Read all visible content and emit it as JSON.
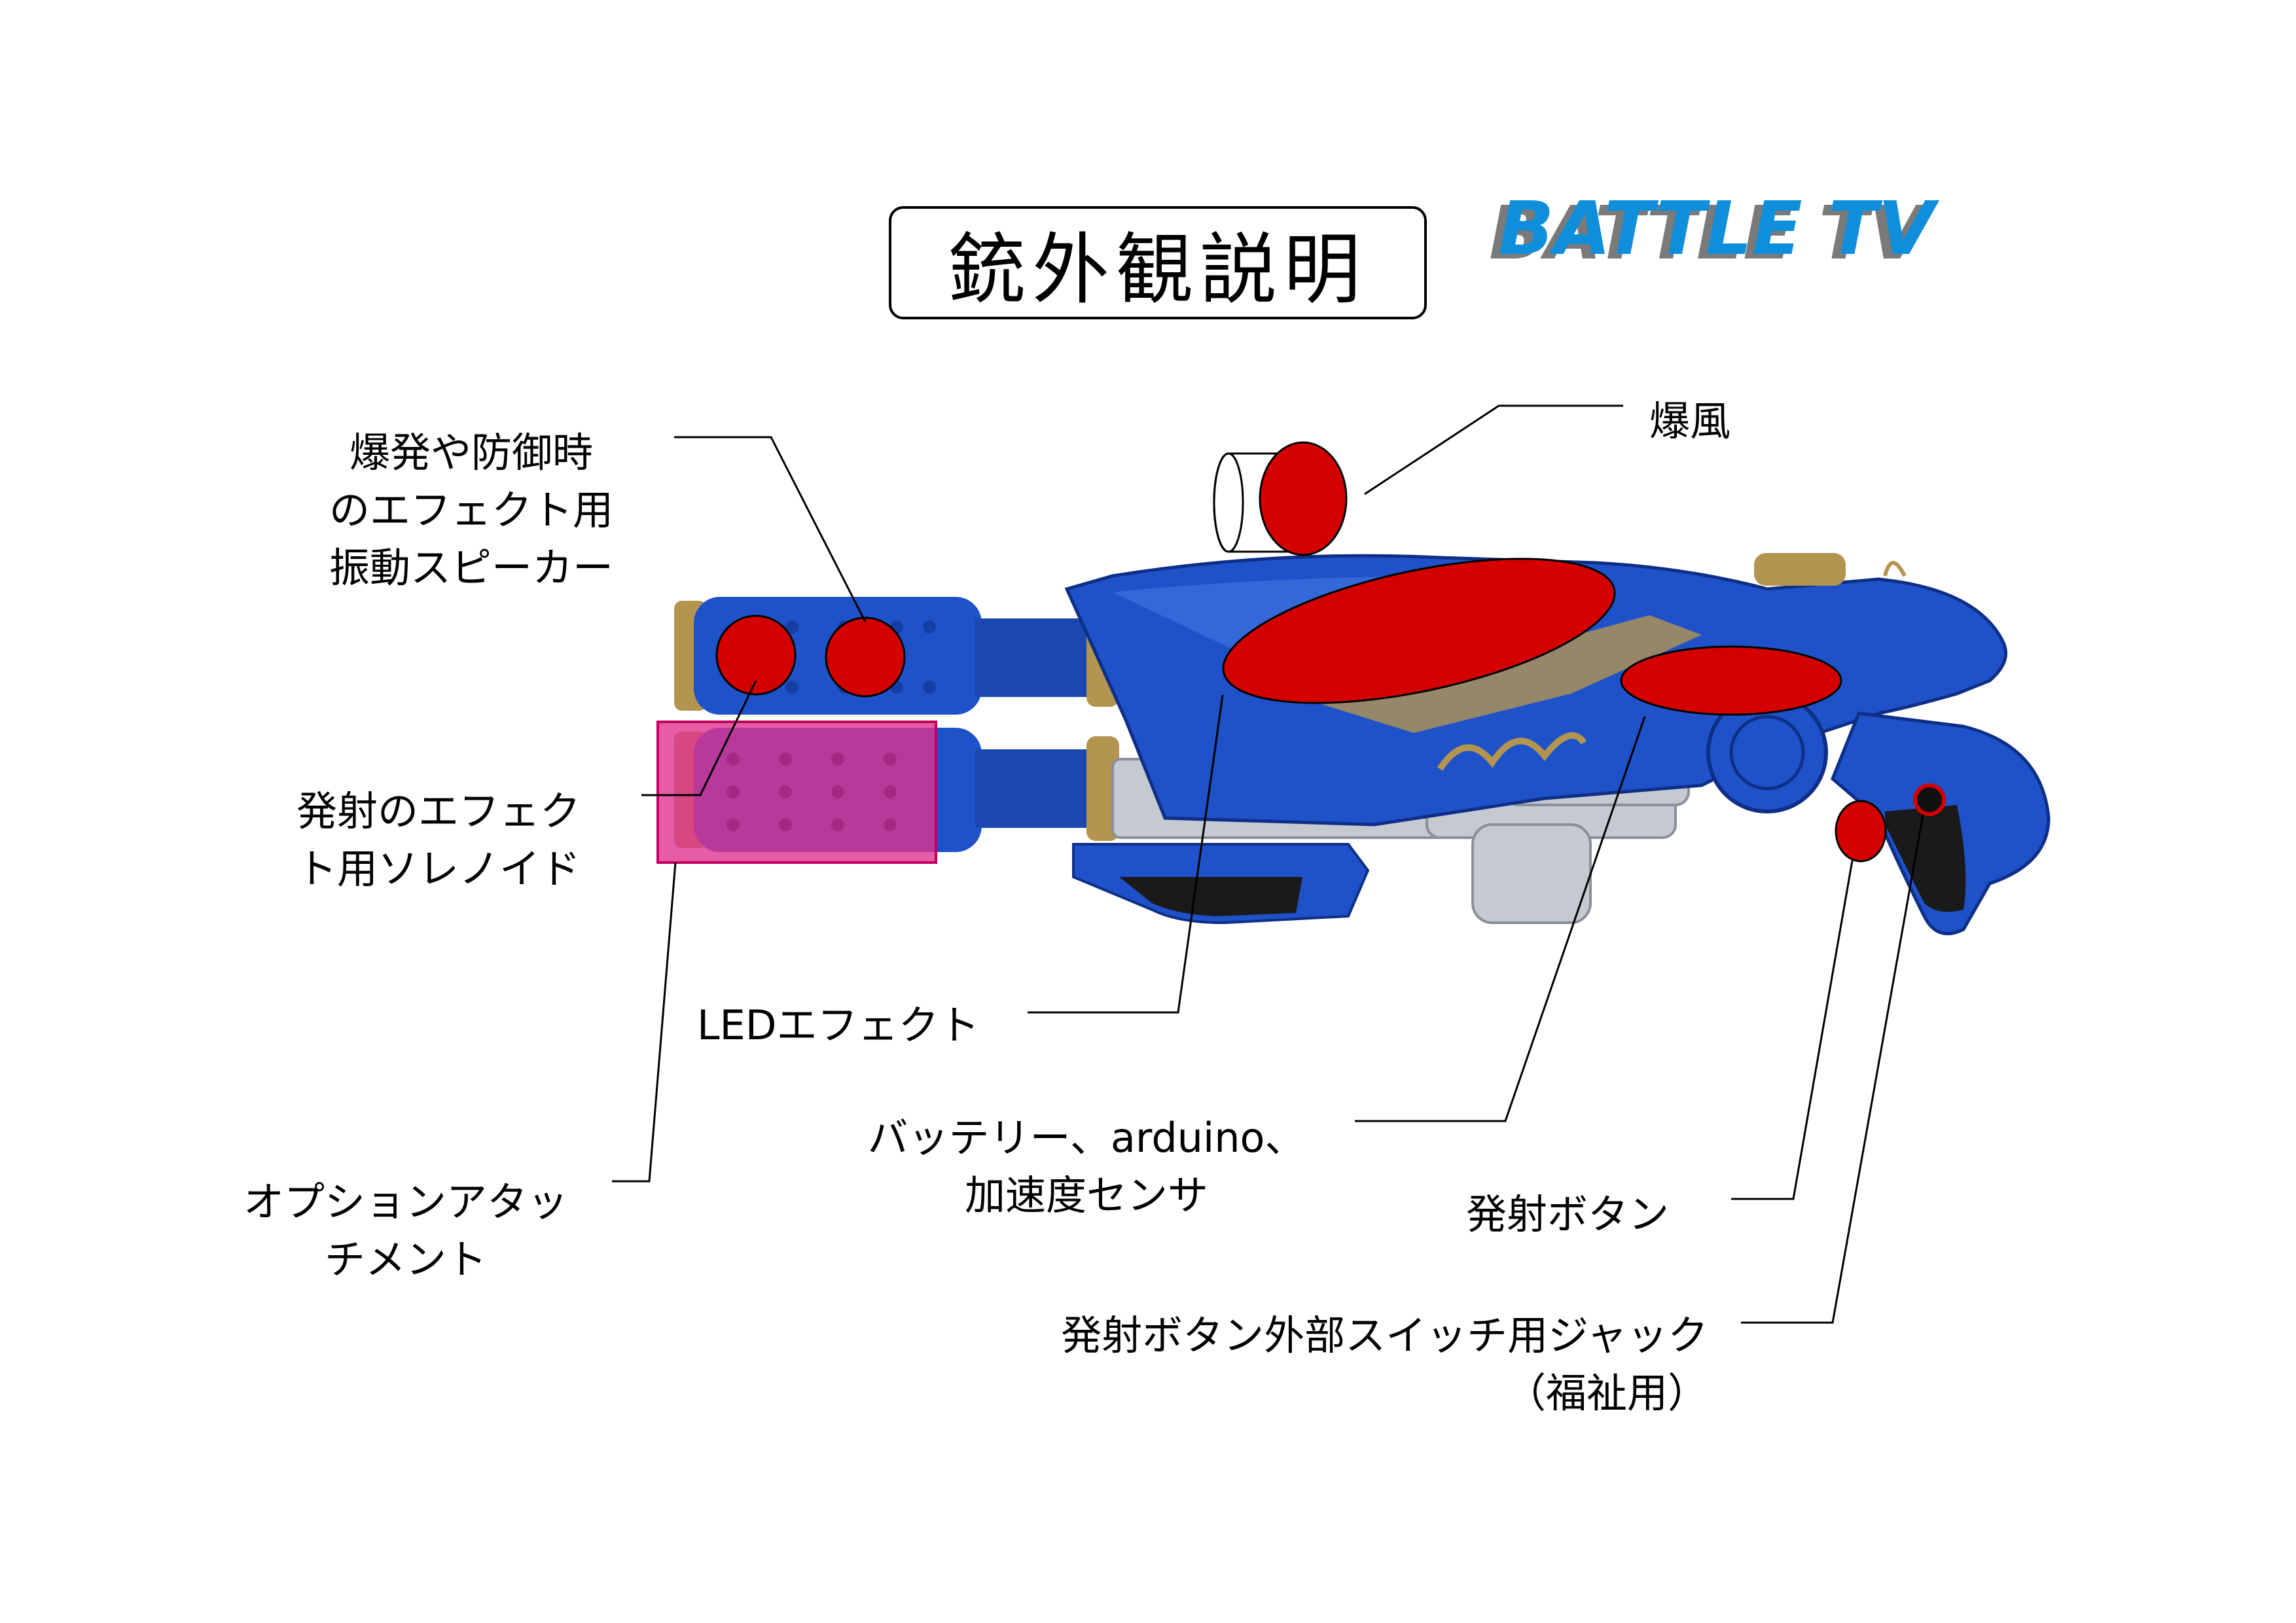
{
  "title": "銃外観説明",
  "logo": "BATTLE TV",
  "colors": {
    "gun_blue": "#1f52c8",
    "gun_blue_dark": "#0e2f88",
    "gold": "#b39550",
    "silver": "#c5c9d0",
    "marker_red": "#d40000",
    "attachment_pink": "#e0338f",
    "logo_blue": "#0f8fdb"
  },
  "labels": {
    "speaker": [
      "爆発や防御時",
      "のエフェクト用",
      "振動スピーカー"
    ],
    "blast": "爆風",
    "solenoid": [
      "発射のエフェク",
      "ト用ソレノイド"
    ],
    "led": "LEDエフェクト",
    "battery": [
      "バッテリー、arduino、",
      "加速度センサ"
    ],
    "attachment": [
      "オプションアタッ",
      "チメント"
    ],
    "fire_button": "発射ボタン",
    "jack": [
      "発射ボタン外部スイッチ用ジャック",
      "（福祉用）"
    ]
  }
}
